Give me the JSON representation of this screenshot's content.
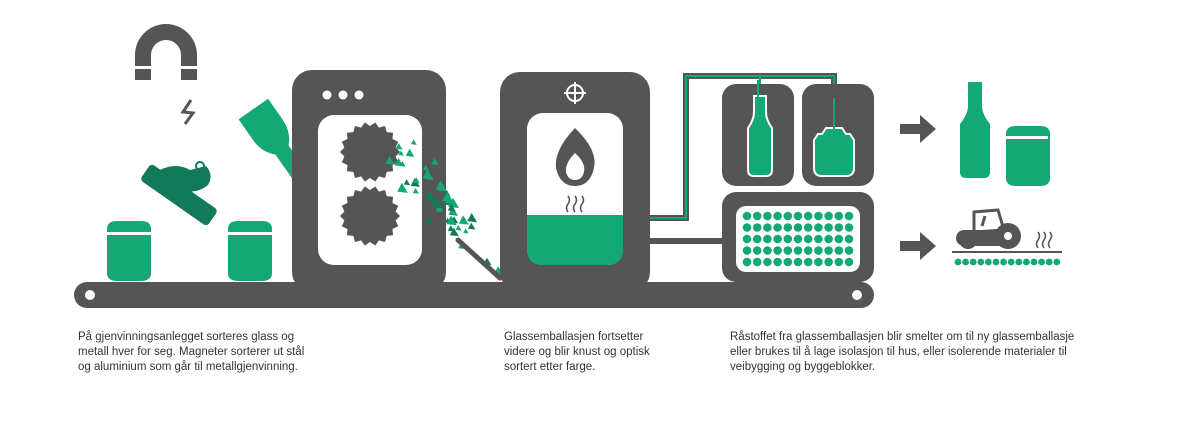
{
  "colors": {
    "dark": "#555555",
    "green": "#13a874",
    "darkgreen": "#127a5a",
    "light": "#ffffff",
    "text": "#333333"
  },
  "icons": {
    "magnet": "magnet-icon",
    "spark": "lightning-icon",
    "flame": "flame-icon",
    "heat": "heat-waves-icon",
    "arrow": "arrow-right-icon",
    "roller": "road-roller-icon"
  },
  "captions": {
    "step1": [
      "På gjenvinningsanlegget sorteres glass og",
      "metall hver for seg. Magneter sorterer ut stål",
      "og aluminium som går til metallgjenvinning."
    ],
    "step2": [
      "Glassemballasjen fortsetter",
      "videre og blir knust og optisk",
      "sortert etter farge."
    ],
    "step3": [
      "Råstoffet fra glassemballasjen blir smelter om til ny glassemballasje",
      "eller brukes til å lage isolasjon til hus, eller isolerende materialer til",
      "veibygging og byggeblokker."
    ]
  }
}
